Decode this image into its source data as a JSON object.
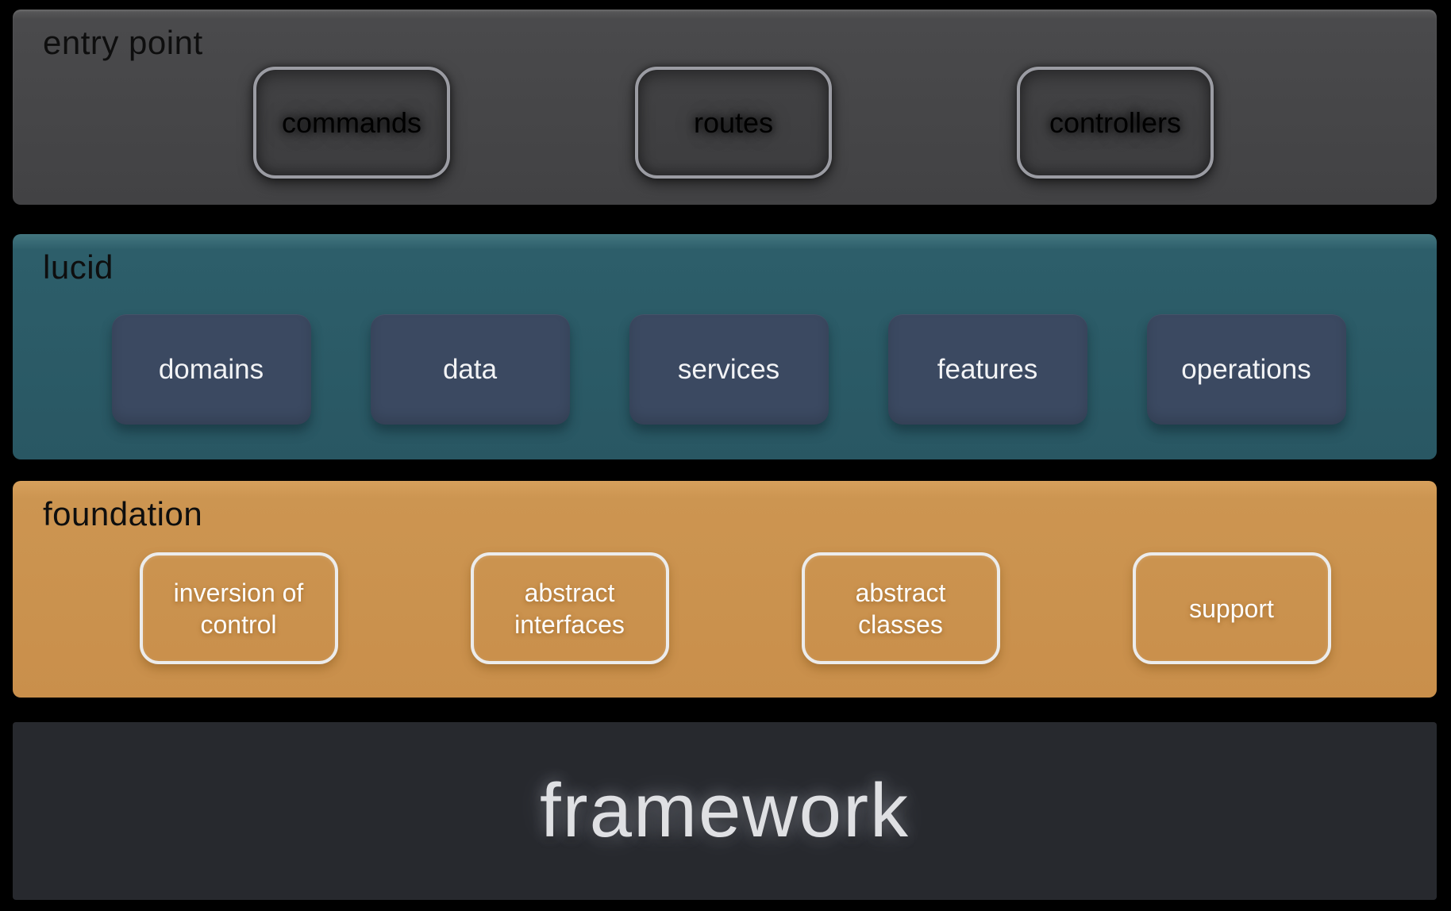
{
  "diagram": {
    "layers": {
      "entry_point": {
        "label": "entry point",
        "nodes": [
          {
            "label": "commands"
          },
          {
            "label": "routes"
          },
          {
            "label": "controllers"
          }
        ]
      },
      "lucid": {
        "label": "lucid",
        "nodes": [
          {
            "label": "domains"
          },
          {
            "label": "data"
          },
          {
            "label": "services"
          },
          {
            "label": "features"
          },
          {
            "label": "operations"
          }
        ]
      },
      "foundation": {
        "label": "foundation",
        "nodes": [
          {
            "label": "inversion of control"
          },
          {
            "label": "abstract interfaces"
          },
          {
            "label": "abstract classes"
          },
          {
            "label": "support"
          }
        ]
      },
      "framework": {
        "label": "framework"
      }
    },
    "colors": {
      "background": "#000000",
      "entry_band": "#48484a",
      "entry_node_border": "#9b9ca3",
      "lucid_band": "#2b5b67",
      "lucid_node_fill": "#3b4961",
      "foundation_band": "#cc9551",
      "foundation_node_border": "#ececec",
      "framework_band": "#27292e",
      "band_label_text": "#0e0e0e",
      "node_text_light": "#f2f3f5",
      "framework_text": "#dfe0e3"
    }
  }
}
